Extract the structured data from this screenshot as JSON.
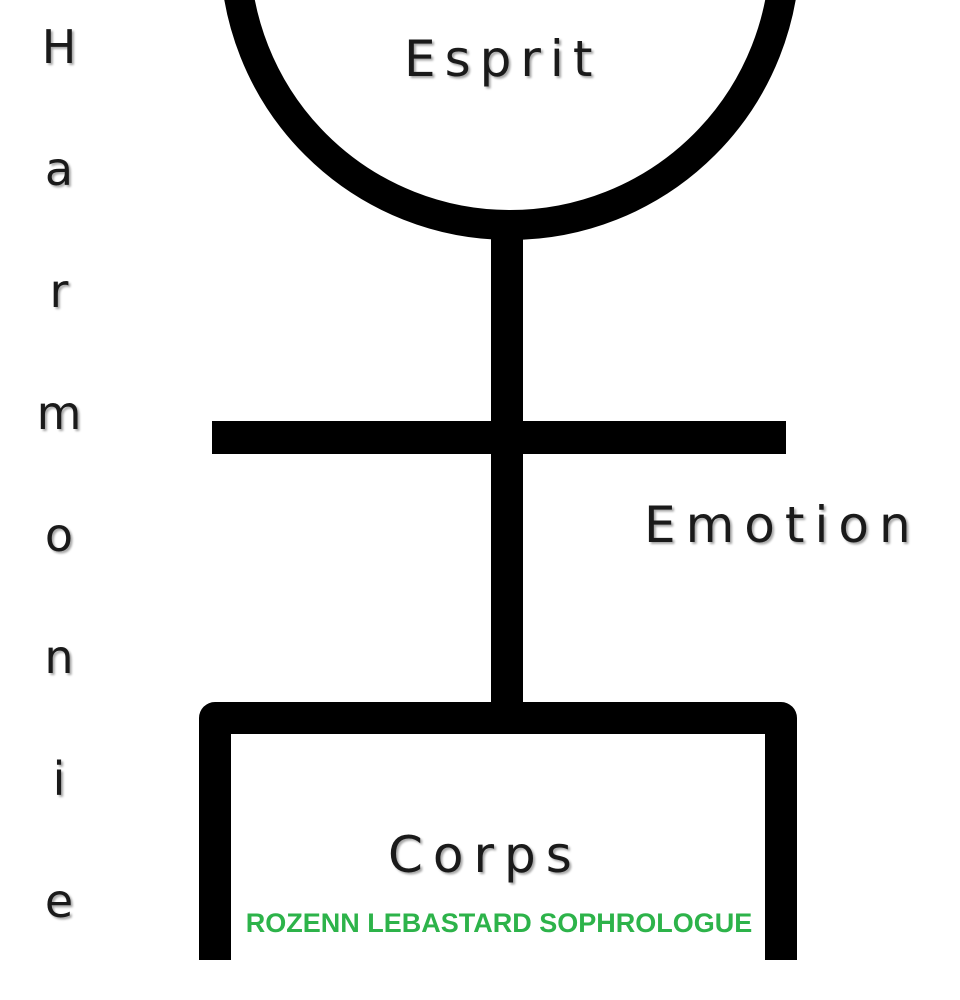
{
  "labels": {
    "top": "Esprit",
    "middle": "Emotion",
    "bottom": "Corps"
  },
  "vertical_word": "Harmonie",
  "watermark": {
    "text": "ROZENN LEBASTARD SOPHROLOGUE",
    "color": "#2db34a"
  },
  "colors": {
    "stroke": "#000000",
    "background": "#ffffff",
    "text": "#1a1a1a"
  }
}
